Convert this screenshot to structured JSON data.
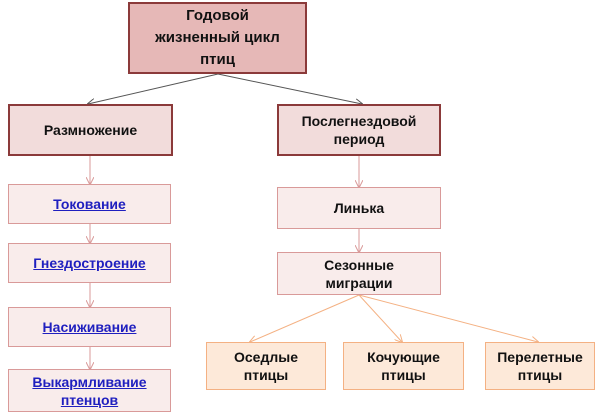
{
  "root": "Годовой жизненный цикл птиц",
  "branch_left": {
    "title": "Размножение",
    "links": [
      "Токование",
      "Гнездостроение",
      "Насиживание",
      "Выкармливание птенцов"
    ]
  },
  "branch_right": {
    "title": "Послегнездовой период",
    "steps": [
      "Линька",
      "Сезонные миграции"
    ],
    "bird_types": [
      "Оседлые птицы",
      "Кочующие птицы",
      "Перелетные птицы"
    ]
  },
  "colors": {
    "root_fill": "#e6b8b7",
    "border_dark": "#8b3a3a",
    "pink_fill": "#f9eceb",
    "peach_fill": "#fde9d9",
    "peach_border": "#f4b183",
    "link": "#1f1fbf"
  }
}
